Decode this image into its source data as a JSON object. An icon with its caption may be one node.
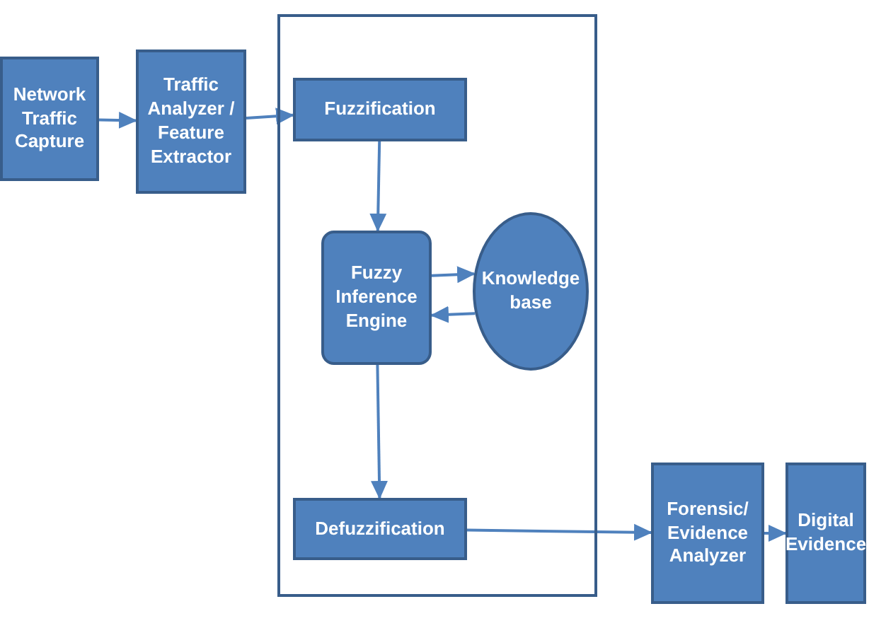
{
  "diagram": {
    "nodes": [
      {
        "text": [
          "Network Traffic Capture"
        ]
      },
      {
        "text": [
          "Traffic Analyzer / Feature Extractor"
        ]
      },
      {
        "text": [],
        "shape": "box"
      },
      {
        "text": [
          "Fuzzification"
        ],
        "in": 2
      },
      {
        "text": [
          "Fuzzy Inference Engine"
        ],
        "in": 2
      },
      {
        "text": [
          "Knowledge base"
        ],
        "in": 2
      },
      {
        "text": [
          "Defuzzification"
        ],
        "in": 2
      },
      {
        "text": [
          "Forensic/ Evidence Analyzer"
        ]
      },
      {
        "text": [
          "Digital Evidence"
        ]
      }
    ],
    "edges": [
      {
        "from": 0,
        "to": 1,
        "arrow": "to"
      },
      {
        "from": 1,
        "to": 3,
        "arrow": "to"
      },
      {
        "from": 3,
        "to": 4,
        "arrow": "to"
      },
      {
        "from": 4,
        "to": 5,
        "arrow": "to"
      },
      {
        "from": 5,
        "to": 4,
        "arrow": "to"
      },
      {
        "from": 4,
        "to": 6,
        "arrow": "to"
      },
      {
        "from": 6,
        "to": 7,
        "arrow": "to"
      },
      {
        "from": 7,
        "to": 8,
        "arrow": "to"
      }
    ]
  }
}
